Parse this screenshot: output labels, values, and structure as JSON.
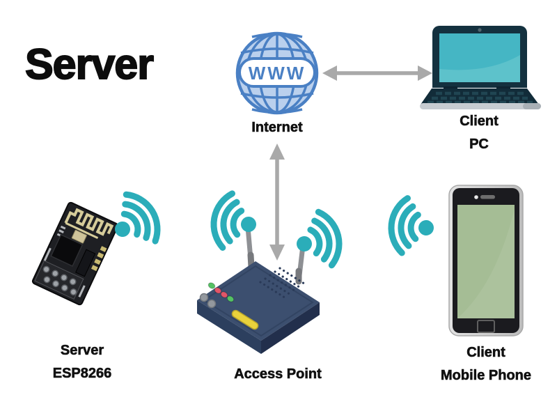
{
  "title": "Server",
  "diagram": {
    "internet": {
      "label": "Internet",
      "globe_text": "WWW"
    },
    "client_pc": {
      "line1": "Client",
      "line2": "PC"
    },
    "server_esp8266": {
      "line1": "Server",
      "line2": "ESP8266"
    },
    "access_point": {
      "label": "Access Point"
    },
    "client_mobile": {
      "line1": "Client",
      "line2": "Mobile Phone"
    }
  },
  "colors": {
    "wifi_teal": "#2badb9",
    "globe_outline_blue": "#4a80c4",
    "globe_fill_blue": "#bad0ed",
    "arrow_gray": "#a9a9a9",
    "router_navy": "#3c4f6f",
    "laptop_frame_navy": "#14313f",
    "laptop_screen_teal": "#45b6c4",
    "phone_screen_green": "#a5bd95",
    "accent_yellow": "#e9d23c",
    "text_black": "#111111"
  }
}
